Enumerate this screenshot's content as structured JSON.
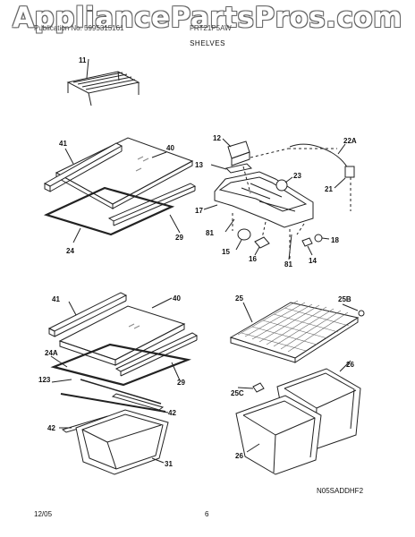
{
  "watermark": "AppliancePartsPros.com",
  "header": {
    "left": "Publication No: 5995315161",
    "right": "FRT21P5AW",
    "section": "SHELVES"
  },
  "callouts": [
    "11",
    "41",
    "40",
    "12",
    "22A",
    "13",
    "23",
    "21",
    "17",
    "81",
    "15",
    "16",
    "81",
    "14",
    "18",
    "24",
    "29",
    "41",
    "40",
    "25",
    "25B",
    "24A",
    "123",
    "29",
    "26",
    "42",
    "42",
    "31",
    "25C",
    "26"
  ],
  "diagram_code": "N05SADDHF2",
  "footer": {
    "date": "12/05",
    "page": "6"
  }
}
